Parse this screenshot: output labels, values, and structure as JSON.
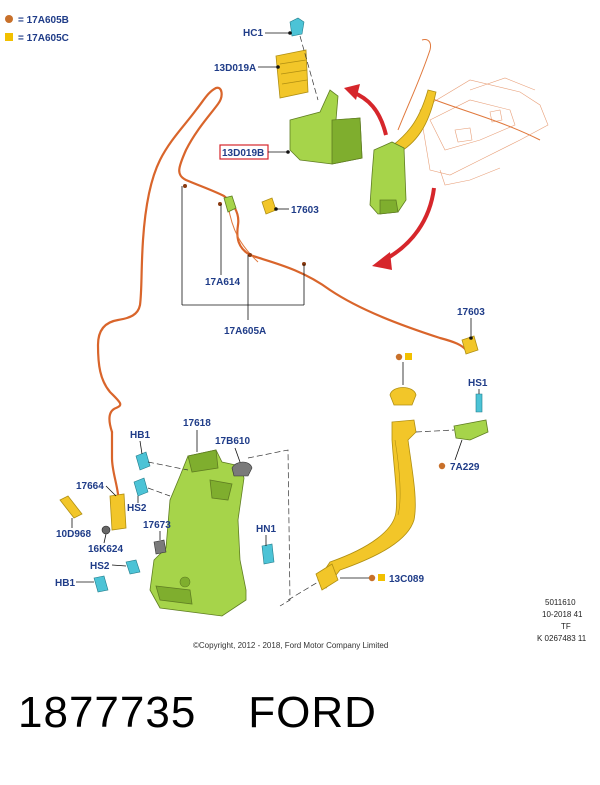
{
  "legend": [
    {
      "marker": "circle",
      "color": "#c8702a",
      "text": "= 17A605B"
    },
    {
      "marker": "square",
      "color": "#f2c000",
      "text": "= 17A605C"
    }
  ],
  "labels": {
    "hc1": "HC1",
    "l13d019a": "13D019A",
    "l13d019b": "13D019B",
    "l17603_top": "17603",
    "l17a614": "17A614",
    "l17a605a": "17A605A",
    "l17603_right": "17603",
    "hs1": "HS1",
    "l7a229": "7A229",
    "hb1_top": "HB1",
    "l17618": "17618",
    "l17b610": "17B610",
    "l17664": "17664",
    "hs2_top": "HS2",
    "l10d968": "10D968",
    "l17673": "17673",
    "l16k624": "16K624",
    "hn1": "HN1",
    "hs2_bottom": "HS2",
    "hb1_bottom": "HB1",
    "l13c089": "13C089"
  },
  "ref_block": {
    "line1": "5011610",
    "line2": "10-2018 41",
    "line3": "TF",
    "line4": "K 0267483 11"
  },
  "copyright": "©Copyright, 2012 - 2018, Ford Motor Company Limited",
  "footer": {
    "part_number": "1877735",
    "brand": "FORD"
  },
  "colors": {
    "label_blue": "#1f3c88",
    "hose_orange": "#d9652b",
    "tank_green": "#a6d44a",
    "part_yellow": "#f2c629",
    "highlight_red": "#d6262b"
  }
}
